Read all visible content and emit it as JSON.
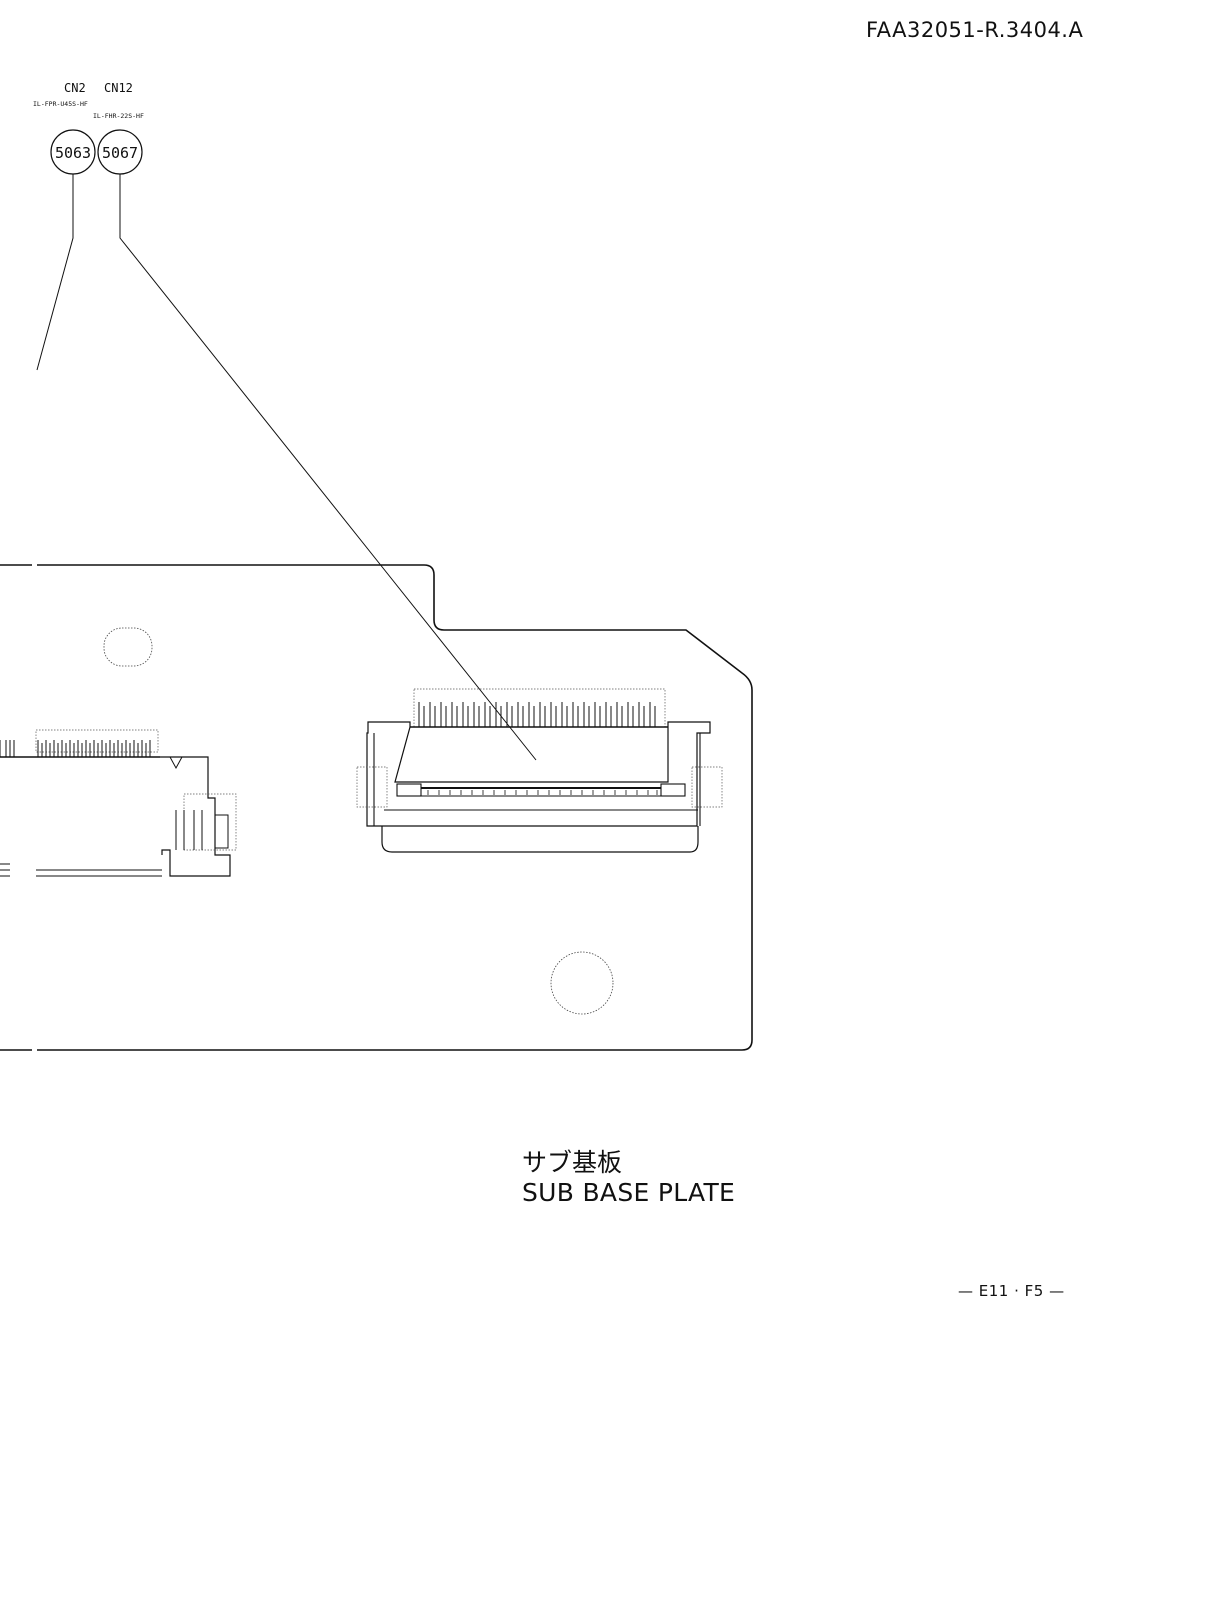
{
  "header": {
    "doc_code": "FAA32051-R.3404.A"
  },
  "connectors": [
    {
      "name": "CN2",
      "part": "IL-FPR-U45S-HF",
      "ref": "5063"
    },
    {
      "name": "CN12",
      "part": "IL-FHR-22S-HF",
      "ref": "5067"
    }
  ],
  "caption": {
    "jp": "サブ基板",
    "en": "SUB BASE PLATE"
  },
  "footer": {
    "page": "— E11 · F5 —"
  }
}
